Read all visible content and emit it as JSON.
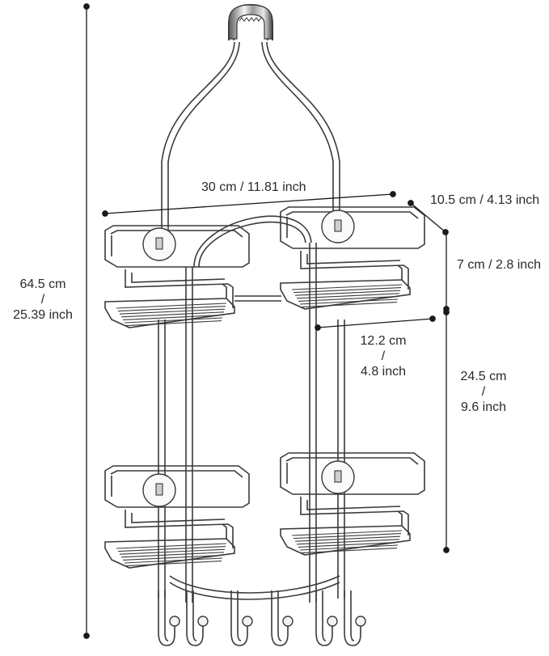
{
  "dimensions": {
    "height_total": {
      "line1": "64.5 cm",
      "line2": "/",
      "line3": "25.39 inch"
    },
    "width_total": "30 cm / 11.81 inch",
    "depth": "10.5 cm / 4.13 inch",
    "basket_height": "7 cm / 2.8 inch",
    "basket_width": {
      "line1": "12.2 cm",
      "line2": "/",
      "line3": "4.8 inch"
    },
    "shelf_spacing": {
      "line1": "24.5 cm",
      "line2": "/",
      "line3": "9.6 inch"
    }
  },
  "colors": {
    "wire": "#3a3a3a",
    "dimension_line": "#1a1a1a",
    "text": "#2a2a2a",
    "chrome_dark": "#4a4a4a",
    "chrome_light": "#f2f2f2"
  },
  "hooks_count": 6,
  "baskets_count": 4
}
